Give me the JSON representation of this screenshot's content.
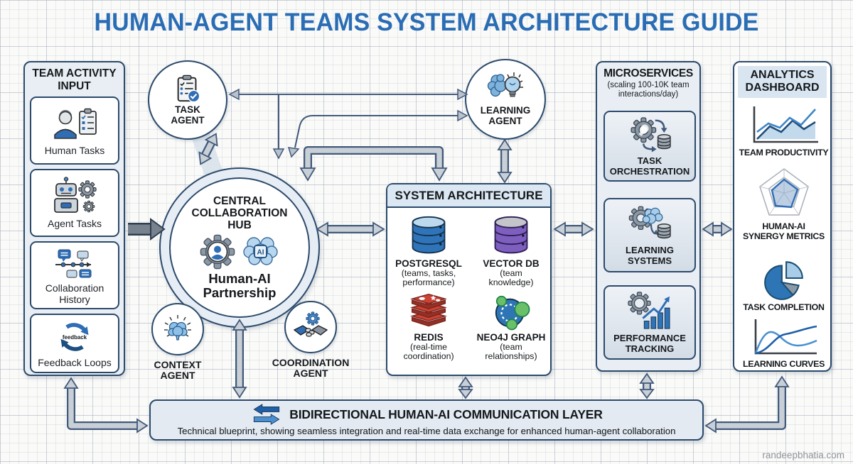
{
  "title": "HUMAN-AGENT TEAMS SYSTEM ARCHITECTURE GUIDE",
  "colors": {
    "accent_blue": "#2a6db5",
    "navy_border": "#2b4a6b",
    "panel_fill": "#e9eef4",
    "arrow_gray": "#c9cfd6",
    "arrow_dark": "#78828e",
    "postgres_blue": "#2f74b8",
    "vector_purple": "#7e5fc0",
    "redis_red": "#c0392b",
    "neo4j_green": "#6abf69"
  },
  "team_activity": {
    "title": "TEAM ACTIVITY INPUT",
    "items": [
      {
        "label": "Human Tasks",
        "icon": "human-tasks-icon"
      },
      {
        "label": "Agent Tasks",
        "icon": "agent-tasks-icon"
      },
      {
        "label": "Collaboration History",
        "icon": "collaboration-history-icon"
      },
      {
        "label": "Feedback Loops",
        "icon": "feedback-loops-icon"
      }
    ],
    "feedback_word": "feedback"
  },
  "hub": {
    "title": "CENTRAL COLLABORATION HUB",
    "subtitle": "Human-AI Partnership",
    "ai_chip": "AI"
  },
  "agents": {
    "task": "TASK AGENT",
    "learning": "LEARNING AGENT",
    "context": "CONTEXT AGENT",
    "coordination": "COORDINATION AGENT"
  },
  "system_architecture": {
    "title": "SYSTEM ARCHITECTURE",
    "items": [
      {
        "name": "POSTGRESQL",
        "desc": "(teams, tasks, performance)"
      },
      {
        "name": "VECTOR DB",
        "desc": "(team knowledge)"
      },
      {
        "name": "REDIS",
        "desc": "(real-time coordination)"
      },
      {
        "name": "NEO4J GRAPH",
        "desc": "(team relationships)"
      }
    ]
  },
  "microservices": {
    "title": "MICROSERVICES",
    "subtitle": "(scaling 100-10K team interactions/day)",
    "items": [
      {
        "label": "TASK ORCHESTRATION"
      },
      {
        "label": "LEARNING SYSTEMS"
      },
      {
        "label": "PERFORMANCE TRACKING"
      }
    ]
  },
  "analytics": {
    "title": "ANALYTICS DASHBOARD",
    "items": [
      {
        "label": "TEAM PRODUCTIVITY"
      },
      {
        "label": "HUMAN-AI SYNERGY METRICS"
      },
      {
        "label": "TASK COMPLETION"
      },
      {
        "label": "LEARNING CURVES"
      }
    ]
  },
  "communication_layer": {
    "title": "BIDIRECTIONAL HUMAN-AI COMMUNICATION LAYER",
    "subtitle": "Technical blueprint, showing seamless integration and real-time data exchange for enhanced human-agent collaboration"
  },
  "footer": "randeepbhatia.com"
}
